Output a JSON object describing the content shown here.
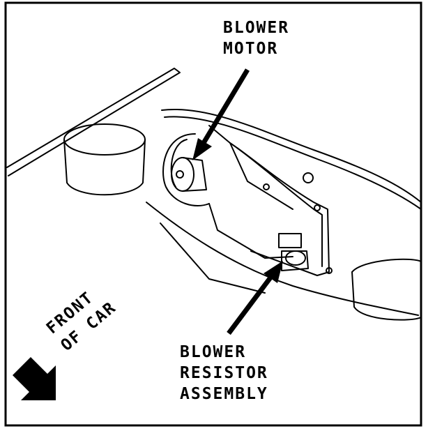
{
  "labels": {
    "blower_motor": {
      "line1": "BLOWER",
      "line2": "MOTOR"
    },
    "blower_resistor": {
      "line1": "BLOWER",
      "line2": "RESISTOR",
      "line3": "ASSEMBLY"
    },
    "front_of_car": {
      "line1": "FRONT",
      "line2": "OF CAR"
    }
  },
  "colors": {
    "ink": "#000000",
    "paper": "#ffffff"
  }
}
